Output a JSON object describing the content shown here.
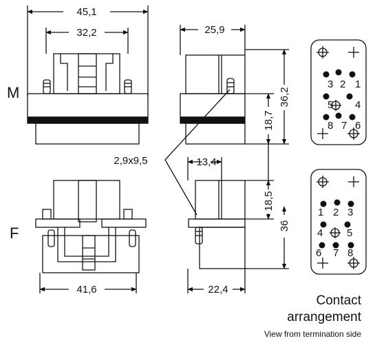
{
  "rows": {
    "male": "M",
    "female": "F"
  },
  "dimensions": {
    "m_front_width": "45,1",
    "m_front_inner": "32,2",
    "m_side_width": "25,9",
    "m_height_total": "36,2",
    "m_height_lower": "18,7",
    "screw": "2,9x9,5",
    "f_side_offset": "13,4",
    "f_height_upper": "18,5",
    "f_height_total": "36",
    "f_front_width": "41,6",
    "f_side_width": "22,4"
  },
  "m_contacts": [
    "3",
    "2",
    "1",
    "5",
    "4",
    "8",
    "7",
    "6"
  ],
  "f_contacts": [
    "1",
    "2",
    "3",
    "4",
    "5",
    "6",
    "7",
    "8"
  ],
  "caption": {
    "line1": "Contact",
    "line2": "arrangement",
    "line3": "View from termination side"
  }
}
